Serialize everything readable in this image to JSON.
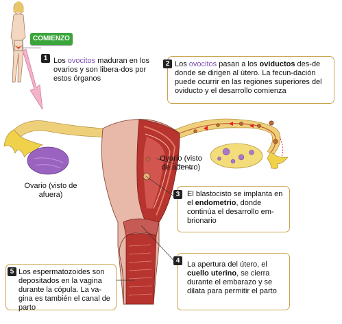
{
  "badge": "COMIENZO",
  "steps": [
    {
      "n": "1",
      "pre": "Los ",
      "hl": "ovocitos",
      "post": " maduran en los ovarios y son libera-dos por estos órganos"
    },
    {
      "n": "2",
      "pre": "Los ",
      "hl": "ovocitos",
      "mid": " pasan a los ",
      "bold": "oviductos",
      "post": " des-de donde se dirigen al útero. La fecun-dación puede ocurrir en las regiones superiores del oviducto y el desarrollo comienza"
    },
    {
      "n": "3",
      "pre": "El blastocisto se implanta en el ",
      "bold": "endometrio",
      "post": ", donde continúa el desarrollo em-brionario"
    },
    {
      "n": "4",
      "pre": "La apertura del útero, el ",
      "bold": "cuello uterino",
      "post": ", se cierra durante el embarazo y se dilata para permitir el parto"
    },
    {
      "n": "5",
      "text": "Los espermatozoides son depositados en la vagina durante la cópula. La va-gina es también el canal de parto"
    }
  ],
  "labels": {
    "ovary_outside": "Ovario (visto de afuera)",
    "ovary_inside": "Ovario (visto de adentro)"
  },
  "colors": {
    "uterus_outer": "#e8b8a8",
    "uterus_inner": "#b8342f",
    "ovary": "#9a63c0",
    "fimbria": "#f0d24a",
    "badge": "#3aa53a",
    "box_border": "#c9a24a"
  }
}
